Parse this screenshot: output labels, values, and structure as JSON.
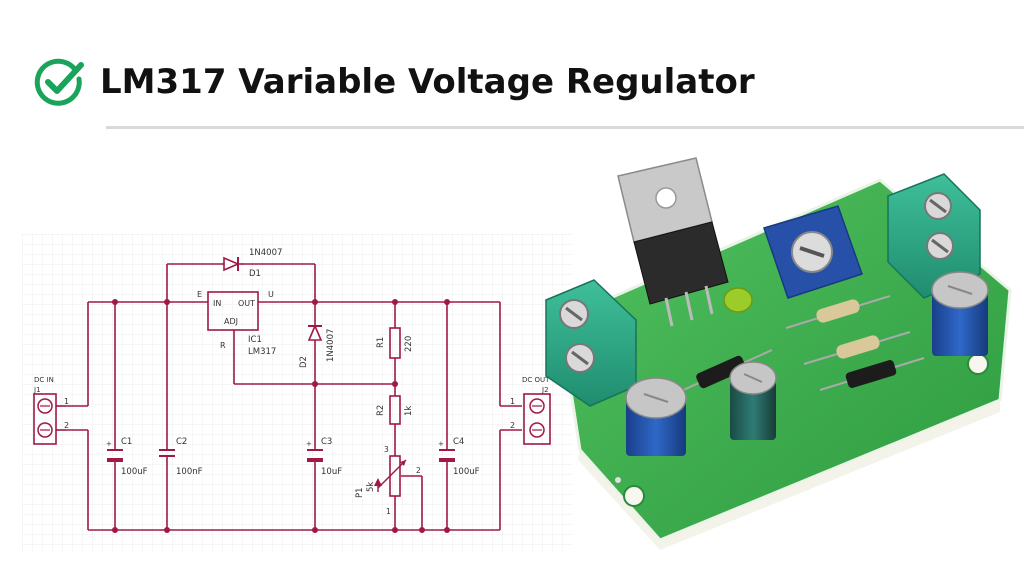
{
  "title": "LM317 Variable Voltage Regulator",
  "colors": {
    "accent_green": "#1aa35a",
    "wire": "#a01848",
    "grid": "#e6e6e6",
    "pcb_green": "#2fa84a"
  },
  "icons": {
    "title_icon": "check-circle-icon"
  },
  "schematic": {
    "diode_d1": {
      "part": "1N4007",
      "ref": "D1"
    },
    "ic": {
      "in": "IN",
      "out": "OUT",
      "adj": "ADJ",
      "ref": "IC1",
      "part": "LM317",
      "e": "E",
      "u": "U",
      "r": "R"
    },
    "diode_d2": {
      "ref": "D2",
      "part": "1N4007"
    },
    "r1": {
      "ref": "R1",
      "value": "220"
    },
    "r2": {
      "ref": "R2",
      "value": "1k"
    },
    "p1": {
      "ref": "P1",
      "value": "5k",
      "pin1": "1",
      "pin2": "2",
      "pin3": "3"
    },
    "c1": {
      "ref": "C1",
      "value": "100uF"
    },
    "c2": {
      "ref": "C2",
      "value": "100nF"
    },
    "c3": {
      "ref": "C3",
      "value": "10uF"
    },
    "c4": {
      "ref": "C4",
      "value": "100uF"
    },
    "plus": "+",
    "j1": {
      "label": "DC IN",
      "ref": "J1",
      "pin1": "1",
      "pin2": "2"
    },
    "j2": {
      "label": "DC OUT",
      "ref": "J2",
      "pin1": "1",
      "pin2": "2"
    }
  }
}
